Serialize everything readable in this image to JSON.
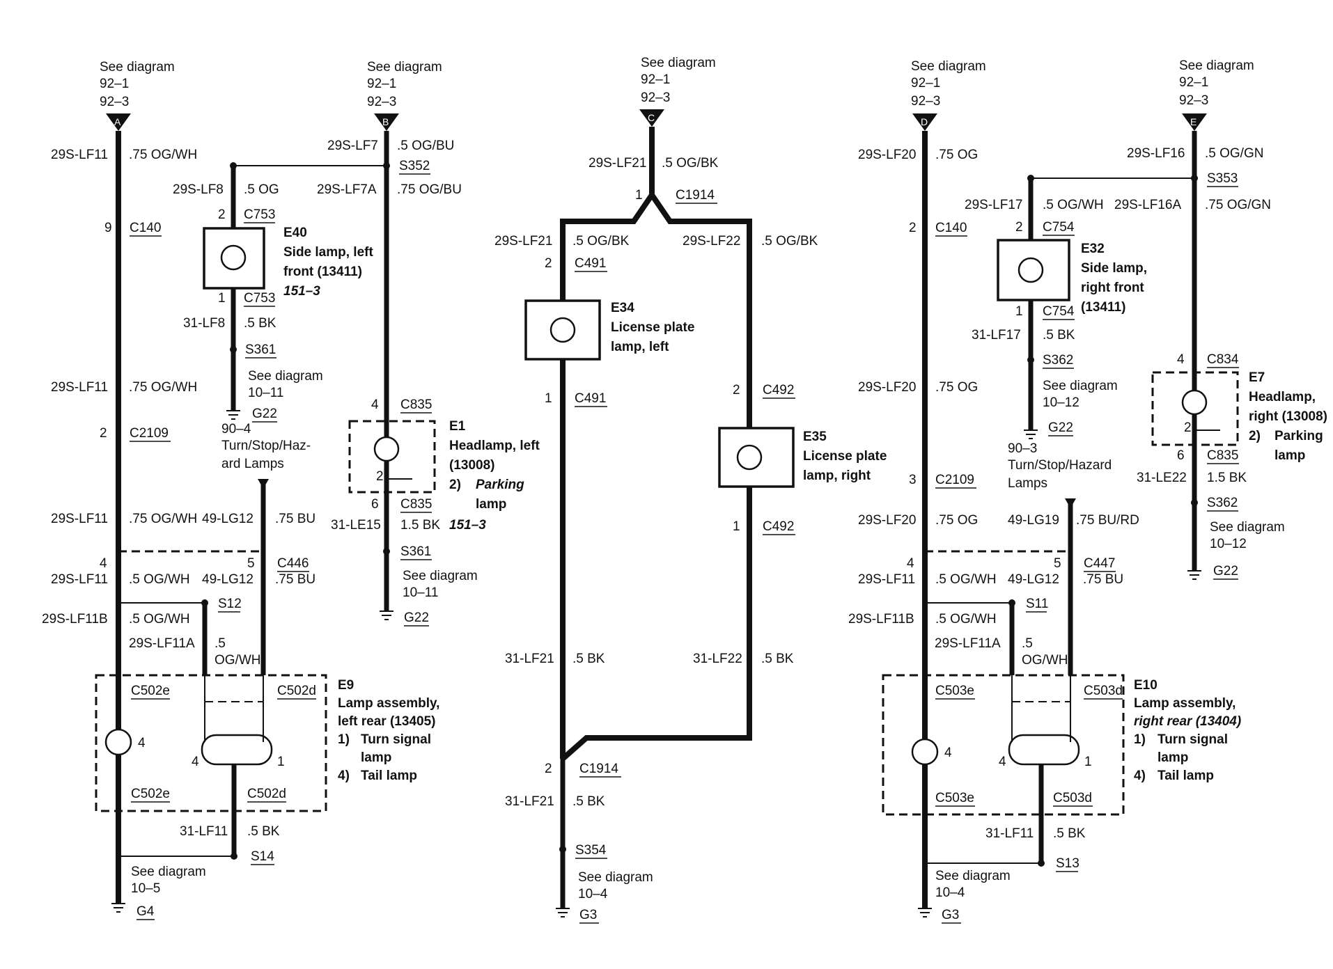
{
  "see_diagram": "See diagram",
  "refs": {
    "r921": "92–1",
    "r923": "92–3",
    "r1011": "10–11",
    "r1012": "10–12",
    "r105": "10–5",
    "r104": "10–4",
    "r904": "90–4",
    "r903": "90–3",
    "p1513": "151–3"
  },
  "connector_letters": {
    "A": "A",
    "B": "B",
    "C": "C",
    "D": "D",
    "E": "E"
  },
  "circuits": {
    "lf11": "29S-LF11",
    "lf7": "29S-LF7",
    "lf7a": "29S-LF7A",
    "lf8": "29S-LF8",
    "gnd_lf8": "31-LF8",
    "le15": "31-LE15",
    "lg12": "49-LG12",
    "lf11b": "29S-LF11B",
    "lf11a": "29S-LF11A",
    "gnd_lf11": "31-LF11",
    "lf21": "29S-LF21",
    "lf22": "29S-LF22",
    "gnd_lf21": "31-LF21",
    "gnd_lf22": "31-LF22",
    "lf20": "29S-LF20",
    "lf16": "29S-LF16",
    "lf16a": "29S-LF16A",
    "lf17": "29S-LF17",
    "gnd_lf17": "31-LF17",
    "le22": "31-LE22",
    "lg19": "49-LG19"
  },
  "wires": {
    "og_wh_75": ".75 OG/WH",
    "og_bu_5": ".5 OG/BU",
    "og_5": ".5 OG",
    "og_bu_75": ".75 OG/BU",
    "bk_5": ".5 BK",
    "bu_75": ".75 BU",
    "og_wh_5": ".5 OG/WH",
    "og_wh_5a": ".5",
    "og_wh_5b": "OG/WH",
    "bk_15": "1.5 BK",
    "og_bk_5": ".5 OG/BK",
    "og_75": ".75 OG",
    "og_gn_5": ".5 OG/GN",
    "og_gn_75": ".75 OG/GN",
    "bu_rd_75": ".75 BU/RD"
  },
  "connectors": {
    "c140": "C140",
    "c2109": "C2109",
    "c446": "C446",
    "c447": "C447",
    "c502e": "C502e",
    "c502d": "C502d",
    "c503e": "C503e",
    "c503d": "C503d",
    "c753": "C753",
    "c754": "C754",
    "c835": "C835",
    "c834": "C834",
    "c1914": "C1914",
    "c491": "C491",
    "c492": "C492"
  },
  "splices": {
    "s352": "S352",
    "s353": "S353",
    "s361": "S361",
    "s362": "S362",
    "s12": "S12",
    "s11": "S11",
    "s14": "S14",
    "s13": "S13",
    "s354": "S354"
  },
  "grounds": {
    "g22": "G22",
    "g4": "G4",
    "g3": "G3"
  },
  "pins": {
    "p1": "1",
    "p2": "2",
    "p3": "3",
    "p4": "4",
    "p5": "5",
    "p6": "6",
    "p9": "9"
  },
  "components": {
    "e40": {
      "id": "E40",
      "l1": "Side lamp, left",
      "l2": "front (13411)"
    },
    "e1": {
      "id": "E1",
      "l1": "Headlamp, left",
      "l2": "(13008)",
      "l3n": "2)",
      "l3": "Parking",
      "l4": "lamp"
    },
    "e9": {
      "id": "E9",
      "l1": "Lamp assembly,",
      "l2": "left rear (13405)",
      "n1": "1)",
      "t1": "Turn signal",
      "t1b": "lamp",
      "n4": "4)",
      "t4": "Tail lamp"
    },
    "e34": {
      "id": "E34",
      "l1": "License plate",
      "l2": "lamp, left"
    },
    "e35": {
      "id": "E35",
      "l1": "License plate",
      "l2": "lamp, right"
    },
    "e32": {
      "id": "E32",
      "l1": "Side lamp,",
      "l2": "right front",
      "l3": "(13411)"
    },
    "e7": {
      "id": "E7",
      "l1": "Headlamp,",
      "l2": "right (13008)",
      "l3n": "2)",
      "l3": "Parking",
      "l4": "lamp"
    },
    "e10": {
      "id": "E10",
      "l1": "Lamp assembly,",
      "l2": "right rear (13404)",
      "n1": "1)",
      "t1": "Turn signal",
      "t1b": "lamp",
      "n4": "4)",
      "t4": "Tail lamp"
    }
  },
  "tsh_left": {
    "l1": "Turn/Stop/Haz-",
    "l2": "ard Lamps"
  },
  "tsh_right": {
    "l1": "Turn/Stop/Hazard",
    "l2": "Lamps"
  }
}
